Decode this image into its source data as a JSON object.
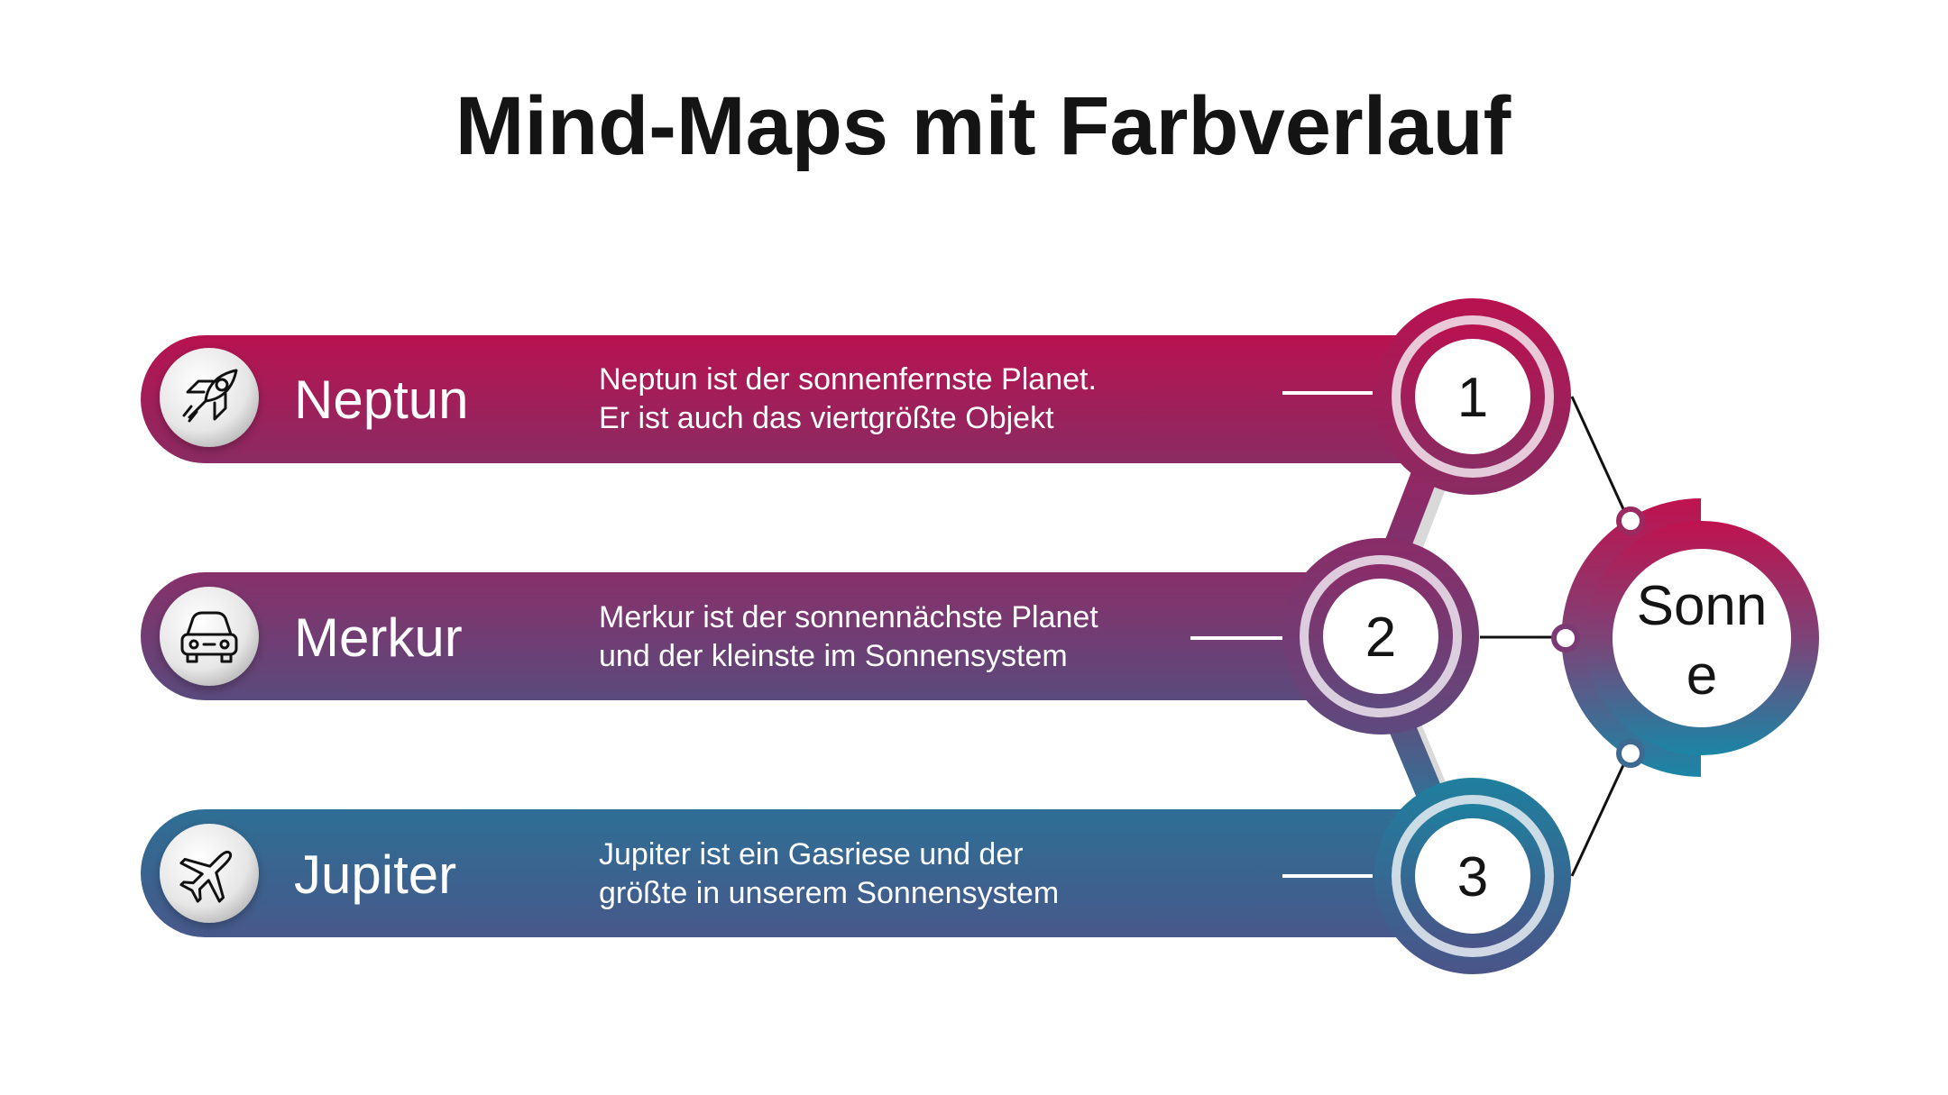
{
  "title": "Mind-Maps mit Farbverlauf",
  "center": {
    "line1": "Sonn",
    "line2": "e"
  },
  "items": [
    {
      "title": "Neptun",
      "desc_line1": "Neptun ist der sonnenfernste Planet.",
      "desc_line2": "Er ist auch das viertgrößte Objekt",
      "number": "1",
      "icon": "rocket-icon"
    },
    {
      "title": "Merkur",
      "desc_line1": "Merkur ist der sonnennächste Planet",
      "desc_line2": "und der kleinste im Sonnensystem",
      "number": "2",
      "icon": "car-icon"
    },
    {
      "title": "Jupiter",
      "desc_line1": "Jupiter ist ein Gasriese und der",
      "desc_line2": "größte in unserem Sonnensystem",
      "number": "3",
      "icon": "airplane-icon"
    }
  ],
  "colors": {
    "magenta": "#b8124f",
    "purple": "#7e3a72",
    "blue": "#2c6f97",
    "teal": "#1e7f9f"
  }
}
